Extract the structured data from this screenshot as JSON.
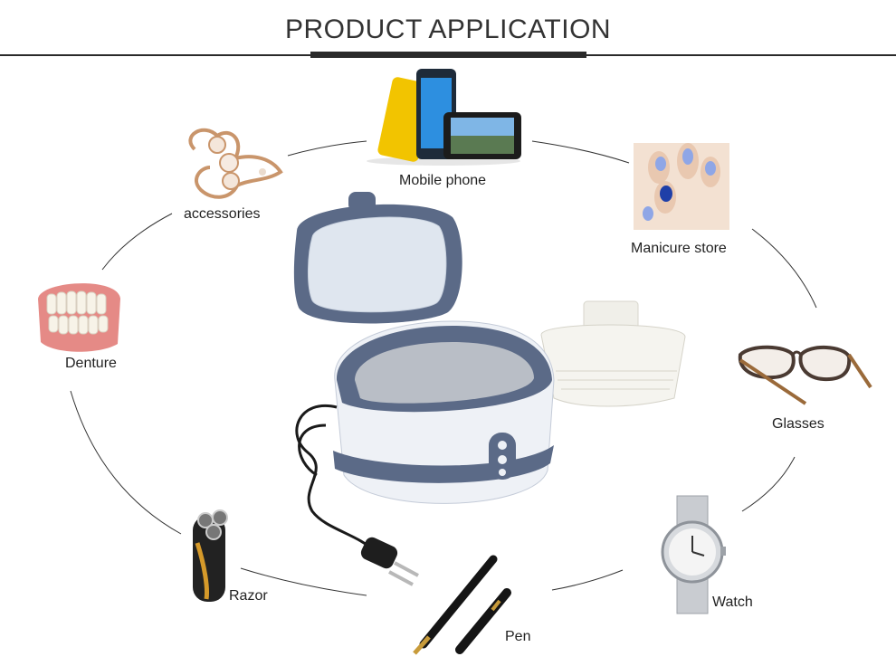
{
  "header": {
    "title": "PRODUCT APPLICATION"
  },
  "items": {
    "mobile_phone": "Mobile phone",
    "accessories": "accessories",
    "manicure_store": "Manicure store",
    "denture": "Denture",
    "glasses": "Glasses",
    "razor": "Razor",
    "watch": "Watch",
    "pen": "Pen"
  },
  "colors": {
    "device_blue": "#5b6a87",
    "device_white": "#eef1f6",
    "steel": "#b9bec6",
    "line": "#333333"
  }
}
